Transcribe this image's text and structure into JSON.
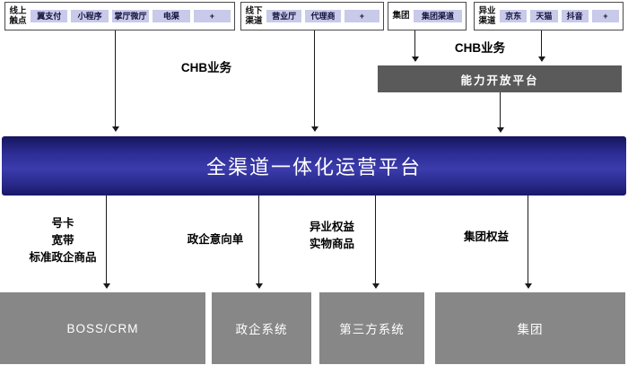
{
  "top_groups": [
    {
      "label": "线上\n触点",
      "items": [
        "翼支付",
        "小程序",
        "掌厅微厅",
        "电渠",
        "+"
      ]
    },
    {
      "label": "线下\n渠道",
      "items": [
        "营业厅",
        "代理商",
        "+"
      ]
    },
    {
      "label": "集团",
      "items": [
        "集团渠道"
      ]
    },
    {
      "label": "异业\n渠道",
      "items": [
        "京东",
        "天猫",
        "抖音",
        "+"
      ]
    }
  ],
  "chb_labels": {
    "left": "CHB业务",
    "right": "CHB业务"
  },
  "capability_platform": {
    "label": "能力开放平台"
  },
  "main_platform": {
    "label": "全渠道一体化运营平台"
  },
  "flow_labels": {
    "boss": "号卡\n宽带\n标准政企商品",
    "zhengqi": "政企意向单",
    "yiye": "异业权益\n实物商品",
    "jituan": "集团权益"
  },
  "bottom_systems": [
    {
      "label": "BOSS/CRM"
    },
    {
      "label": "政企系统"
    },
    {
      "label": "第三方系统"
    },
    {
      "label": "集团"
    }
  ],
  "colors": {
    "chip_bg": "#c9c9ea",
    "group_border": "#4a4a4a",
    "capability_gray": "#5a5a5a",
    "platform_blue": "#3636a8",
    "system_gray": "#878787",
    "arrow": "#1a1a1a"
  }
}
